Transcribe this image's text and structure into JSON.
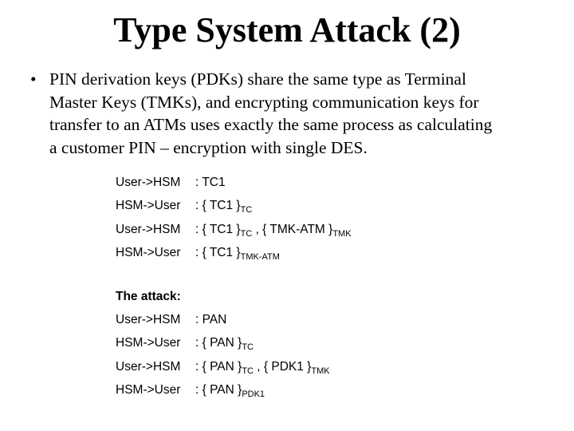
{
  "slide": {
    "title": "Type System Attack (2)",
    "colors": {
      "background": "#ffffff",
      "text": "#000000"
    },
    "bullet": {
      "marker": "•",
      "lines": [
        "PIN derivation keys (PDKs) share the same type as Terminal",
        "Master Keys (TMKs), and encrypting communication keys for",
        "transfer to an ATMs uses exactly the same process as calculating",
        "a customer PIN – encryption with single DES."
      ]
    },
    "protocol_setup": {
      "rows": [
        {
          "from": "User->HSM",
          "segments": [
            {
              "t": ": TC1"
            }
          ]
        },
        {
          "from": "HSM->User",
          "segments": [
            {
              "t": ": { TC1 }"
            },
            {
              "t": "TC",
              "sub": true
            }
          ]
        },
        {
          "from": "User->HSM",
          "segments": [
            {
              "t": ": { TC1 }"
            },
            {
              "t": "TC",
              "sub": true
            },
            {
              "t": " , { TMK-ATM }"
            },
            {
              "t": "TMK",
              "sub": true
            }
          ]
        },
        {
          "from": "HSM->User",
          "segments": [
            {
              "t": ": { TC1 }"
            },
            {
              "t": "TMK-ATM",
              "sub": true
            }
          ]
        }
      ]
    },
    "attack_heading": "The attack:",
    "protocol_attack": {
      "rows": [
        {
          "from": "User->HSM",
          "segments": [
            {
              "t": ": PAN"
            }
          ]
        },
        {
          "from": "HSM->User",
          "segments": [
            {
              "t": ": { PAN }"
            },
            {
              "t": "TC",
              "sub": true
            }
          ]
        },
        {
          "from": "User->HSM",
          "segments": [
            {
              "t": ": { PAN }"
            },
            {
              "t": "TC",
              "sub": true
            },
            {
              "t": " , { PDK1 }"
            },
            {
              "t": "TMK",
              "sub": true
            }
          ]
        },
        {
          "from": "HSM->User",
          "segments": [
            {
              "t": ": { PAN }"
            },
            {
              "t": "PDK1",
              "sub": true
            }
          ]
        }
      ]
    }
  }
}
